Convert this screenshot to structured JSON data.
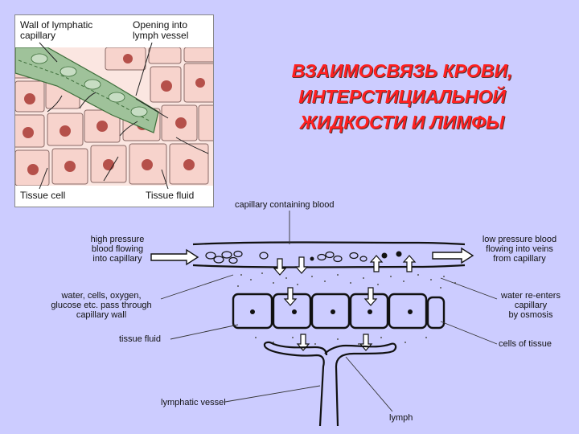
{
  "title": {
    "line1": "ВЗАИМОСВЯЗЬ КРОВИ,",
    "line2": "ИНТЕРСТИЦИАЛЬНОЙ",
    "line3": "ЖИДКОСТИ И ЛИМФЫ"
  },
  "inset": {
    "wall_label_1": "Wall of lymphatic",
    "wall_label_2": "capillary",
    "opening_label_1": "Opening into",
    "opening_label_2": "lymph vessel",
    "tissue_cell_label": "Tissue cell",
    "tissue_fluid_label": "Tissue fluid"
  },
  "schematic": {
    "capillary_label": "capillary containing blood",
    "high_pressure_1": "high pressure",
    "high_pressure_2": "blood flowing",
    "high_pressure_3": "into capillary",
    "low_pressure_1": "low pressure blood",
    "low_pressure_2": "flowing into veins",
    "low_pressure_3": "from capillary",
    "water_pass_1": "water, cells, oxygen,",
    "water_pass_2": "glucose etc. pass through",
    "water_pass_3": "capillary wall",
    "reenters_1": "water re-enters",
    "reenters_2": "capillary",
    "reenters_3": "by osmosis",
    "tissue_fluid": "tissue fluid",
    "cells_of_tissue": "cells of tissue",
    "lymphatic_vessel": "lymphatic vessel",
    "lymph": "lymph"
  },
  "colors": {
    "background": "#ccccff",
    "title": "#ff2020",
    "tissue_cell_fill": "#f7d3cc",
    "nucleus_fill": "#b5504a",
    "lymph_wall_fill": "#9fc29a"
  }
}
